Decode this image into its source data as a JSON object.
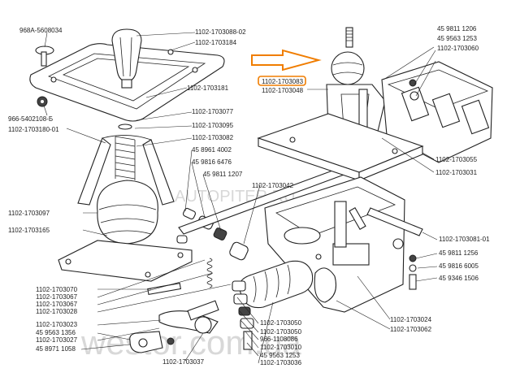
{
  "watermarks": {
    "center": "AUTOPITER.RU",
    "bottom": "westor.com.ua"
  },
  "highlight": {
    "part": "1102-1703083",
    "color": "#f07d00"
  },
  "labels": [
    {
      "id": "968a-5608034",
      "text": "968A-5608034"
    },
    {
      "id": "1102-1703088-02",
      "text": "1102-1703088-02"
    },
    {
      "id": "1102-1703184",
      "text": "1102-1703184"
    },
    {
      "id": "1102-1703181",
      "text": "1102-1703181"
    },
    {
      "id": "966-5402108-b",
      "text": "966-5402108-Б"
    },
    {
      "id": "1102-1703077",
      "text": "1102-1703077"
    },
    {
      "id": "1102-1703180-01",
      "text": "1102-1703180-01"
    },
    {
      "id": "1102-1703095",
      "text": "1102-1703095"
    },
    {
      "id": "1102-1703082",
      "text": "1102-1703082"
    },
    {
      "id": "45-8961-4002",
      "text": "45 8961 4002"
    },
    {
      "id": "45-9816-6476",
      "text": "45 9816 6476"
    },
    {
      "id": "45-9811-1207",
      "text": "45 9811 1207"
    },
    {
      "id": "1102-1703097",
      "text": "1102-1703097"
    },
    {
      "id": "1102-1703165",
      "text": "1102-1703165"
    },
    {
      "id": "1102-1703042",
      "text": "1102-1703042"
    },
    {
      "id": "1102-1703083",
      "text": "1102-1703083"
    },
    {
      "id": "1102-1703048",
      "text": "1102-1703048"
    },
    {
      "id": "45-9811-1206",
      "text": "45 9811 1206"
    },
    {
      "id": "45-9563-1253-top",
      "text": "45 9563 1253"
    },
    {
      "id": "1102-1703060",
      "text": "1102-1703060"
    },
    {
      "id": "1102-1703055",
      "text": "1102-1703055"
    },
    {
      "id": "1102-1703031",
      "text": "1102-1703031"
    },
    {
      "id": "1102-1703081-01",
      "text": "1102-1703081-01"
    },
    {
      "id": "45-9811-1256",
      "text": "45 9811 1256"
    },
    {
      "id": "45-9816-6005",
      "text": "45 9816 6005"
    },
    {
      "id": "45-9346-1506",
      "text": "45 9346 1506"
    },
    {
      "id": "1102-1703070",
      "text": "1102-1703070"
    },
    {
      "id": "1102-1703067-a",
      "text": "1102-1703067"
    },
    {
      "id": "1102-1703067-b",
      "text": "1102-1703067"
    },
    {
      "id": "1102-1703028",
      "text": "1102-1703028"
    },
    {
      "id": "1102-1703023",
      "text": "1102-1703023"
    },
    {
      "id": "45-9563-1356",
      "text": "45 9563 1356"
    },
    {
      "id": "1102-1703027",
      "text": "1102-1703027"
    },
    {
      "id": "45-8971-1058",
      "text": "45 8971 1058"
    },
    {
      "id": "1102-1703037",
      "text": "1102-1703037"
    },
    {
      "id": "1102-1703050-a",
      "text": "1102-1703050"
    },
    {
      "id": "1102-1703050-b",
      "text": "1102-1703050"
    },
    {
      "id": "966-1108086",
      "text": "966-1108086"
    },
    {
      "id": "1102-1703010",
      "text": "1102-1703010"
    },
    {
      "id": "45-9563-1253-bottom",
      "text": "45 9563 1253"
    },
    {
      "id": "1102-1703036",
      "text": "1102-1703036"
    },
    {
      "id": "1102-1703024",
      "text": "1102-1703024"
    },
    {
      "id": "1102-1703062",
      "text": "1102-1703062"
    }
  ]
}
